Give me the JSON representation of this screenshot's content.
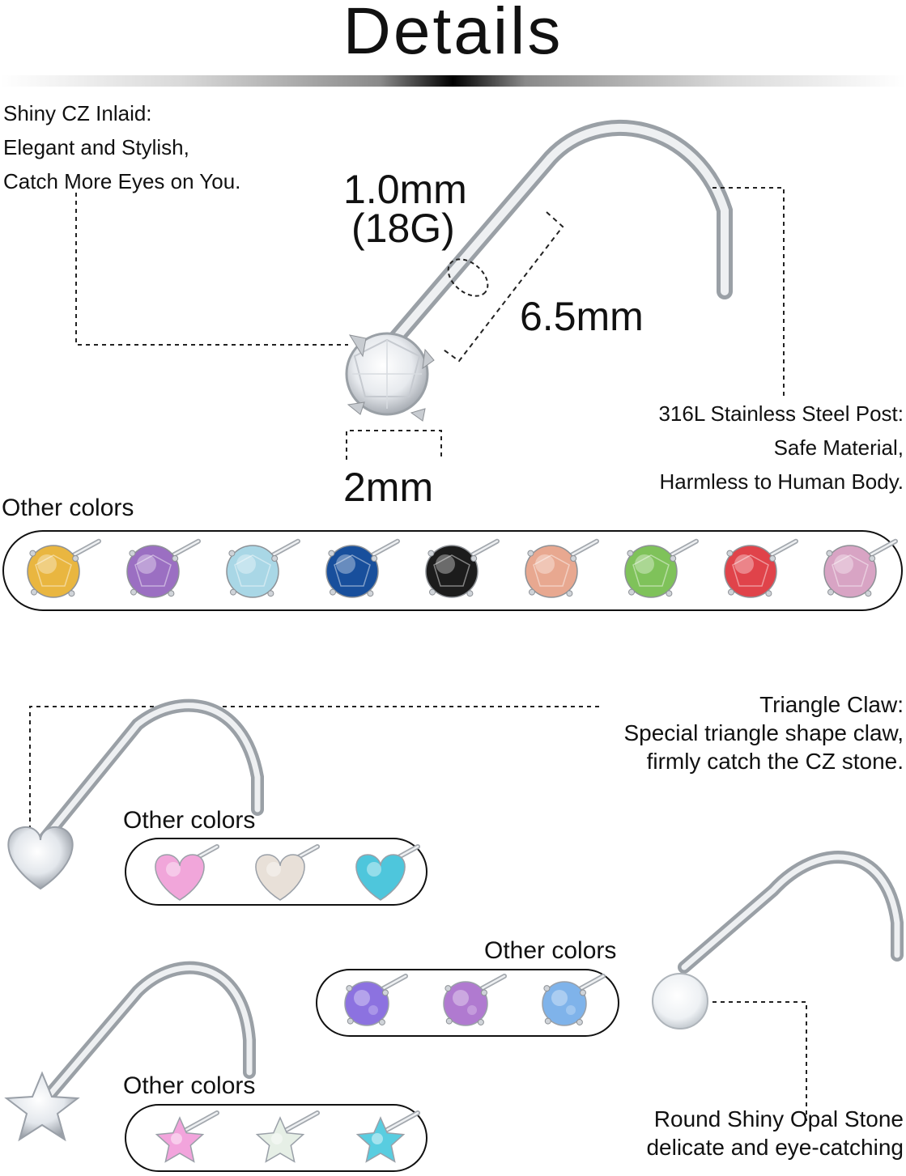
{
  "title": "Details",
  "top_left": {
    "line1": "Shiny CZ Inlaid:",
    "line2": "Elegant and Stylish,",
    "line3": "Catch More Eyes on You."
  },
  "dimensions": {
    "gauge_mm": "1.0mm",
    "gauge_g": "(18G)",
    "length": "6.5mm",
    "stone": "2mm"
  },
  "top_right": {
    "line1": "316L Stainless Steel Post:",
    "line2": "Safe Material,",
    "line3": "Harmless to Human Body."
  },
  "other_colors_label": "Other colors",
  "round_gems": [
    {
      "name": "yellow",
      "color": "#e9b640"
    },
    {
      "name": "purple",
      "color": "#9b6fc2"
    },
    {
      "name": "aurora",
      "color": "#a9d7e6"
    },
    {
      "name": "blue",
      "color": "#184f9c"
    },
    {
      "name": "black",
      "color": "#1c1c1c"
    },
    {
      "name": "champagne",
      "color": "#e8a890"
    },
    {
      "name": "green",
      "color": "#7fc25a"
    },
    {
      "name": "red",
      "color": "#e0434a"
    },
    {
      "name": "pink",
      "color": "#d8a4c4"
    }
  ],
  "triangle": {
    "line1": "Triangle Claw:",
    "line2": "Special triangle shape claw,",
    "line3": "firmly catch the CZ stone.",
    "other_colors": "Other colors",
    "gems": [
      {
        "name": "pink-heart",
        "color": "#f1a6da"
      },
      {
        "name": "ab-heart",
        "color": "#e8e0d8"
      },
      {
        "name": "aqua-heart",
        "color": "#4ec6dc"
      }
    ]
  },
  "opal": {
    "other_colors": "Other colors",
    "line1": "Round Shiny Opal Stone",
    "line2": "delicate and eye-catching",
    "gems": [
      {
        "name": "purple-opal",
        "color": "#8c72e0"
      },
      {
        "name": "pink-opal",
        "color": "#b07ad0"
      },
      {
        "name": "blue-opal",
        "color": "#7fb3ea"
      }
    ],
    "main_color": "#f2f4f6"
  },
  "star": {
    "other_colors": "Other colors",
    "gems": [
      {
        "name": "pink-star",
        "color": "#f2a4dc"
      },
      {
        "name": "ab-star",
        "color": "#e6efe6"
      },
      {
        "name": "aqua-star",
        "color": "#59cde0"
      }
    ]
  }
}
